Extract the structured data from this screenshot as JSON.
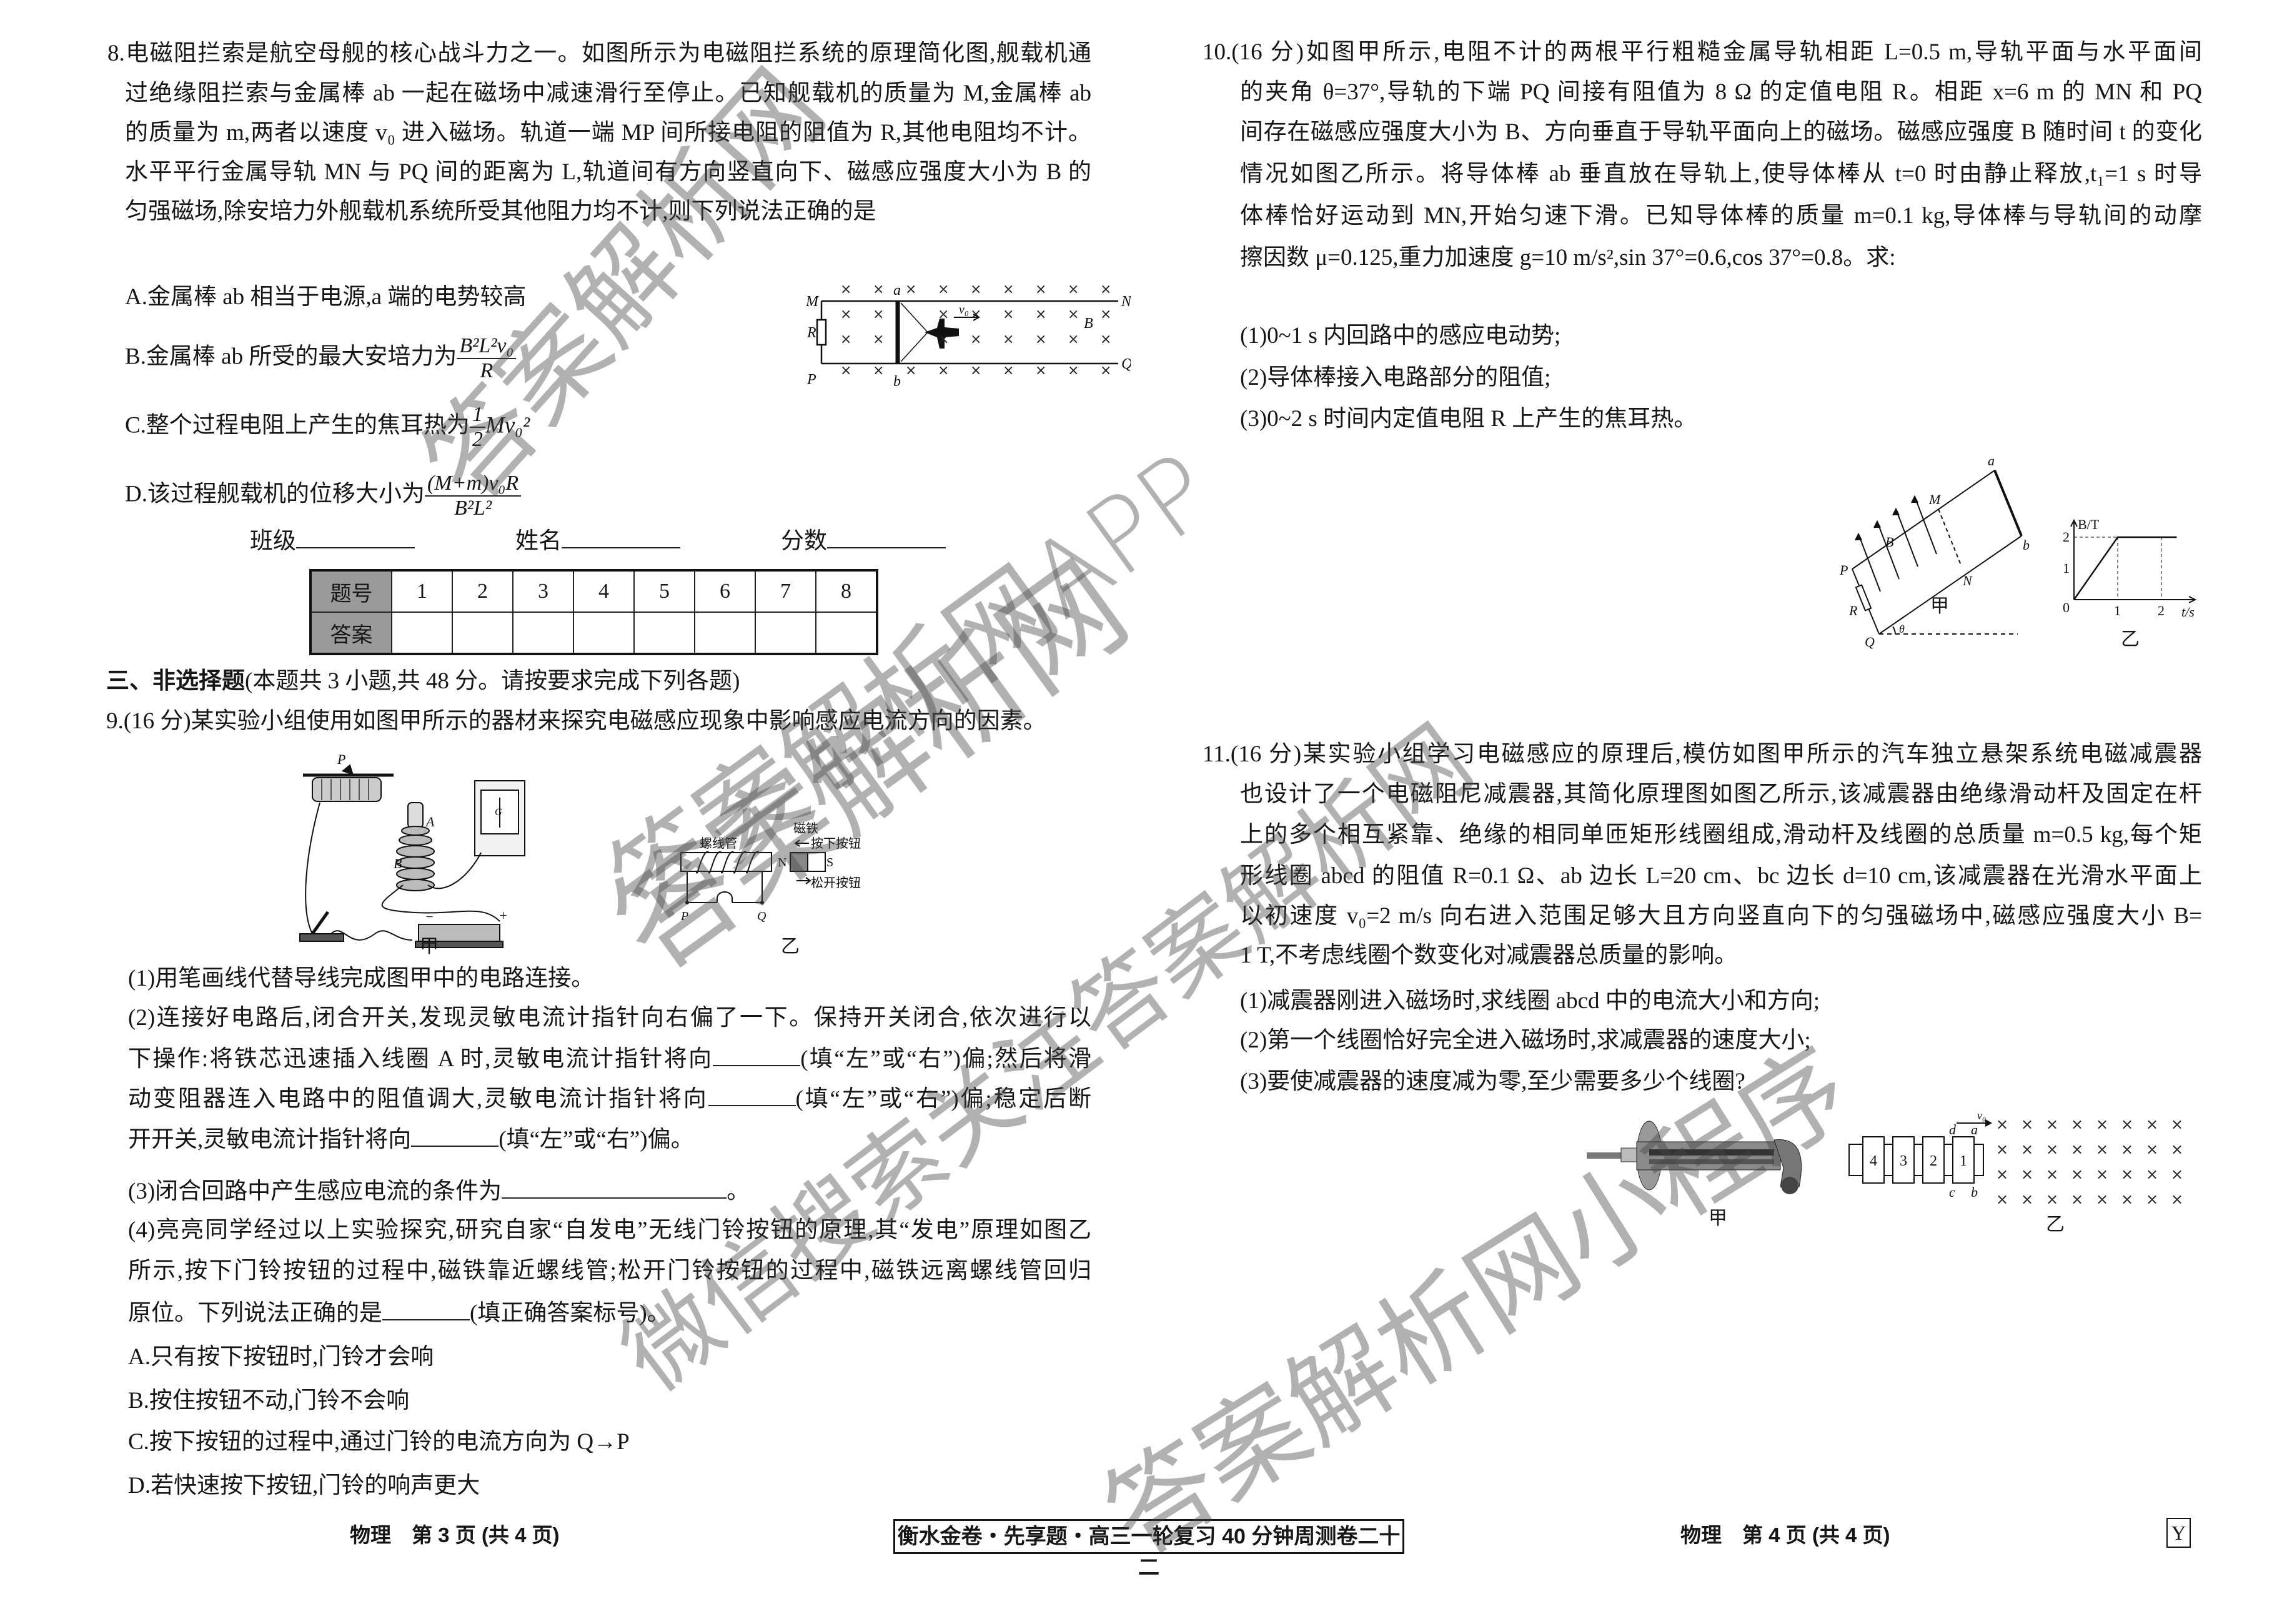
{
  "q8": {
    "stem_lines": [
      "8.电磁阻拦索是航空母舰的核心战斗力之一。如图所示为电磁阻拦系统的原理简化图,舰载机通",
      "过绝缘阻拦索与金属棒 ab 一起在磁场中减速滑行至停止。已知舰载机的质量为 M,金属棒 ab",
      "的质量为 m,两者以速度 v₀ 进入磁场。轨道一端 MP 间所接电阻的阻值为 R,其他电阻均不计。",
      "水平平行金属导轨 MN 与 PQ 间的距离为 L,轨道间有方向竖直向下、磁感应强度大小为 B 的",
      "匀强磁场,除安培力外舰载机系统所受其他阻力均不计,则下列说法正确的是"
    ],
    "option_a": "A.金属棒 ab 相当于电源,a 端的电势较高",
    "option_b": {
      "prefix": "B.金属棒 ab 所受的最大安培力为",
      "num": "B²L²v₀",
      "den": "R"
    },
    "option_c": {
      "prefix": "C.整个过程电阻上产生的焦耳热为",
      "num": "1",
      "den": "2",
      "tail": "Mv₀²"
    },
    "option_d": {
      "prefix": "D.该过程舰载机的位移大小为",
      "num": "(M+m)v₀R",
      "den": "B²L²"
    },
    "figure_labels": {
      "M": "M",
      "N": "N",
      "P": "P",
      "Q": "Q",
      "a": "a",
      "b": "b",
      "R": "R",
      "B": "B",
      "v0": "v₀"
    }
  },
  "answer_sheet": {
    "class_label": "班级",
    "name_label": "姓名",
    "score_label": "分数",
    "row_header_1": "题号",
    "row_header_2": "答案",
    "numbers": [
      "1",
      "2",
      "3",
      "4",
      "5",
      "6",
      "7",
      "8"
    ]
  },
  "section3": {
    "bold": "三、非选择题",
    "rest": "(本题共 3 小题,共 48 分。请按要求完成下列各题)"
  },
  "q9": {
    "stem": "9.(16 分)某实验小组使用如图甲所示的器材来探究电磁感应现象中影响感应电流方向的因素。",
    "fig_jia_caption": "甲",
    "fig_yi_caption": "乙",
    "fig_jia_labels": {
      "P": "P",
      "A": "A",
      "B": "B",
      "G": "G",
      "minus": "−",
      "plus": "+"
    },
    "fig_yi_labels": {
      "solenoid": "螺线管",
      "magnet": "磁铁",
      "press": "按下按钮",
      "release": "松开按钮",
      "N": "N",
      "S": "S",
      "P": "P",
      "Q": "Q"
    },
    "p1": "(1)用笔画线代替导线完成图甲中的电路连接。",
    "p2_l1": "(2)连接好电路后,闭合开关,发现灵敏电流计指针向右偏了一下。保持开关闭合,依次进行以",
    "p2_l2a": "下操作:将铁芯迅速插入线圈 A 时,灵敏电流计指针将向",
    "p2_l2b": "(填“左”或“右”)偏;然后将滑",
    "p2_l3a": "动变阻器连入电路中的阻值调大,灵敏电流计指针将向",
    "p2_l3b": "(填“左”或“右”)偏;稳定后断",
    "p2_l4a": "开开关,灵敏电流计指针将向",
    "p2_l4b": "(填“左”或“右”)偏。",
    "p3a": "(3)闭合回路中产生感应电流的条件为",
    "p3b": "。",
    "p4_l1": "(4)亮亮同学经过以上实验探究,研究自家“自发电”无线门铃按钮的原理,其“发电”原理如图乙",
    "p4_l2": "所示,按下门铃按钮的过程中,磁铁靠近螺线管;松开门铃按钮的过程中,磁铁远离螺线管回归",
    "p4_l3a": "原位。下列说法正确的是",
    "p4_l3b": "(填正确答案标号)。",
    "options": [
      "A.只有按下按钮时,门铃才会响",
      "B.按住按钮不动,门铃不会响",
      "C.按下按钮的过程中,通过门铃的电流方向为 Q→P",
      "D.若快速按下按钮,门铃的响声更大"
    ]
  },
  "q10": {
    "stem_lines": [
      "10.(16 分)如图甲所示,电阻不计的两根平行粗糙金属导轨相距 L=0.5 m,导轨平面与水平面间",
      "的夹角 θ=37°,导轨的下端 PQ 间接有阻值为 8 Ω 的定值电阻 R。相距 x=6 m 的 MN 和 PQ",
      "间存在磁感应强度大小为 B、方向垂直于导轨平面向上的磁场。磁感应强度 B 随时间 t 的变化",
      "情况如图乙所示。将导体棒 ab 垂直放在导轨上,使导体棒从 t=0 时由静止释放,t₁=1 s 时导",
      "体棒恰好运动到 MN,开始匀速下滑。已知导体棒的质量 m=0.1 kg,导体棒与导轨间的动摩",
      "擦因数 μ=0.125,重力加速度 g=10 m/s²,sin 37°=0.6,cos 37°=0.8。求:"
    ],
    "questions": [
      "(1)0~1 s 内回路中的感应电动势;",
      "(2)导体棒接入电路部分的阻值;",
      "(3)0~2 s 时间内定值电阻 R 上产生的焦耳热。"
    ],
    "fig_jia_caption": "甲",
    "fig_yi_caption": "乙",
    "fig_jia_labels": {
      "a": "a",
      "b": "b",
      "M": "M",
      "N": "N",
      "P": "P",
      "Q": "Q",
      "R": "R",
      "B": "B",
      "theta": "θ"
    },
    "graph": {
      "ylabel": "B/T",
      "xlabel": "t/s",
      "origin": "0",
      "yticks": [
        "1",
        "2"
      ],
      "xticks": [
        "1",
        "2"
      ],
      "points_t": [
        0,
        1,
        2.35
      ],
      "points_B": [
        0,
        2,
        2
      ]
    }
  },
  "q11": {
    "stem_lines": [
      "11.(16 分)某实验小组学习电磁感应的原理后,模仿如图甲所示的汽车独立悬架系统电磁减震器",
      "也设计了一个电磁阻尼减震器,其简化原理图如图乙所示,该减震器由绝缘滑动杆及固定在杆",
      "上的多个相互紧靠、绝缘的相同单匝矩形线圈组成,滑动杆及线圈的总质量 m=0.5 kg,每个矩",
      "形线圈 abcd 的阻值 R=0.1 Ω、ab 边长 L=20 cm、bc 边长 d=10 cm,该减震器在光滑水平面上",
      "以初速度 v₀=2 m/s 向右进入范围足够大且方向竖直向下的匀强磁场中,磁感应强度大小 B=",
      "1 T,不考虑线圈个数变化对减震器总质量的影响。"
    ],
    "questions": [
      "(1)减震器刚进入磁场时,求线圈 abcd 中的电流大小和方向;",
      "(2)第一个线圈恰好完全进入磁场时,求减震器的速度大小;",
      "(3)要使减震器的速度减为零,至少需要多少个线圈?"
    ],
    "fig_jia_caption": "甲",
    "fig_yi_caption": "乙",
    "coil_numbers": [
      "4",
      "3",
      "2",
      "1"
    ],
    "fig_yi_labels": {
      "a": "a",
      "b": "b",
      "c": "c",
      "d": "d",
      "v0": "v₀"
    }
  },
  "footer": {
    "left": "物理　第 3 页 (共 4 页)",
    "center": "衡水金卷・先享题・高三一轮复习 40 分钟周测卷二十二",
    "right": "物理　第 4 页 (共 4 页)",
    "corner_mark": "Y"
  },
  "watermarks": [
    "答案解析网",
    "答案解析网APP",
    "答案解析网",
    "微信搜索关注答案解析网",
    "答案解析网小程序"
  ]
}
